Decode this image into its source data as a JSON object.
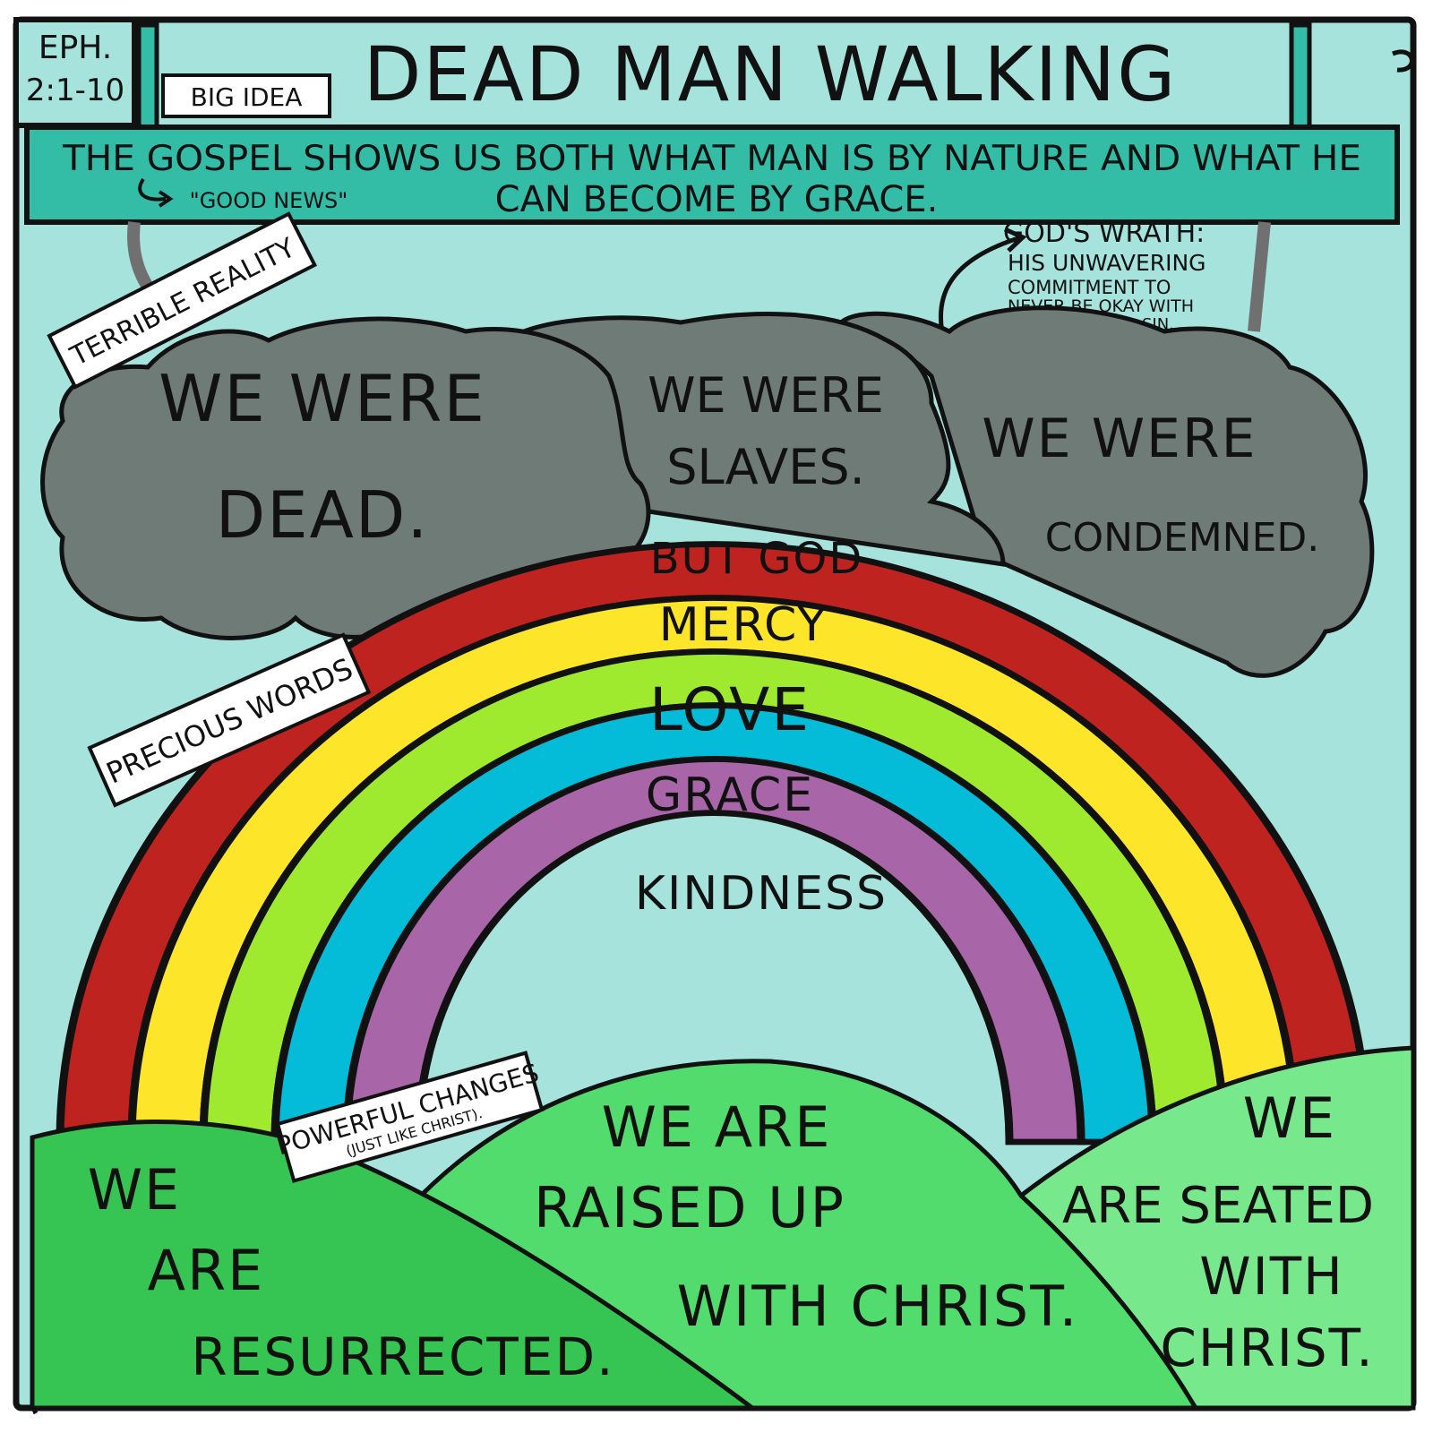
{
  "colors": {
    "sky": "#a6e3dc",
    "banner": "#33bca6",
    "cloud": "#6f7b76",
    "outline": "#111111",
    "rainbow_red": "#bf2320",
    "rainbow_yellow": "#fde629",
    "rainbow_green": "#9fea2f",
    "rainbow_blue": "#05bcd8",
    "rainbow_purple": "#a866a9",
    "hill_left": "#36c553",
    "hill_middle": "#52dc6d",
    "hill_right": "#78e88c",
    "label_bg": "#ffffff"
  },
  "reference": {
    "line1": "EPH.",
    "line2": "2:1-10"
  },
  "big_idea_tag": "BIG IDEA",
  "title": "DEAD MAN WALKING",
  "banner": {
    "line1": "THE GOSPEL SHOWS US BOTH WHAT MAN IS BY NATURE AND WHAT HE",
    "note": "\"GOOD NEWS\"",
    "line2": "CAN BECOME BY GRACE."
  },
  "wrath_note": {
    "line1": "GOD'S WRATH:",
    "line2": "HIS UNWAVERING",
    "line3": "COMMITMENT TO",
    "line4": "NEVER BE OKAY WITH",
    "line5": "SIN."
  },
  "labels": {
    "terrible_reality": "TERRIBLE REALITY",
    "precious_words": "PRECIOUS WORDS",
    "powerful_changes": "POWERFUL CHANGES",
    "powerful_changes_sub": "(JUST LIKE CHRIST)."
  },
  "clouds": {
    "dead": {
      "line1": "WE WERE",
      "line2": "DEAD."
    },
    "slaves": {
      "line1": "WE WERE",
      "line2": "SLAVES."
    },
    "condemned": {
      "line1": "WE WERE",
      "line2": "CONDEMNED."
    }
  },
  "rainbow": {
    "bands": [
      "BUT GOD",
      "MERCY",
      "LOVE",
      "GRACE",
      "KINDNESS"
    ]
  },
  "hills": {
    "left": {
      "line1": "WE",
      "line2": "ARE",
      "line3": "RESURRECTED."
    },
    "middle": {
      "line1": "WE ARE",
      "line2": "RAISED UP",
      "line3": "WITH CHRIST."
    },
    "right": {
      "line1": "WE",
      "line2": "ARE SEATED",
      "line3": "WITH",
      "line4": "CHRIST."
    }
  }
}
